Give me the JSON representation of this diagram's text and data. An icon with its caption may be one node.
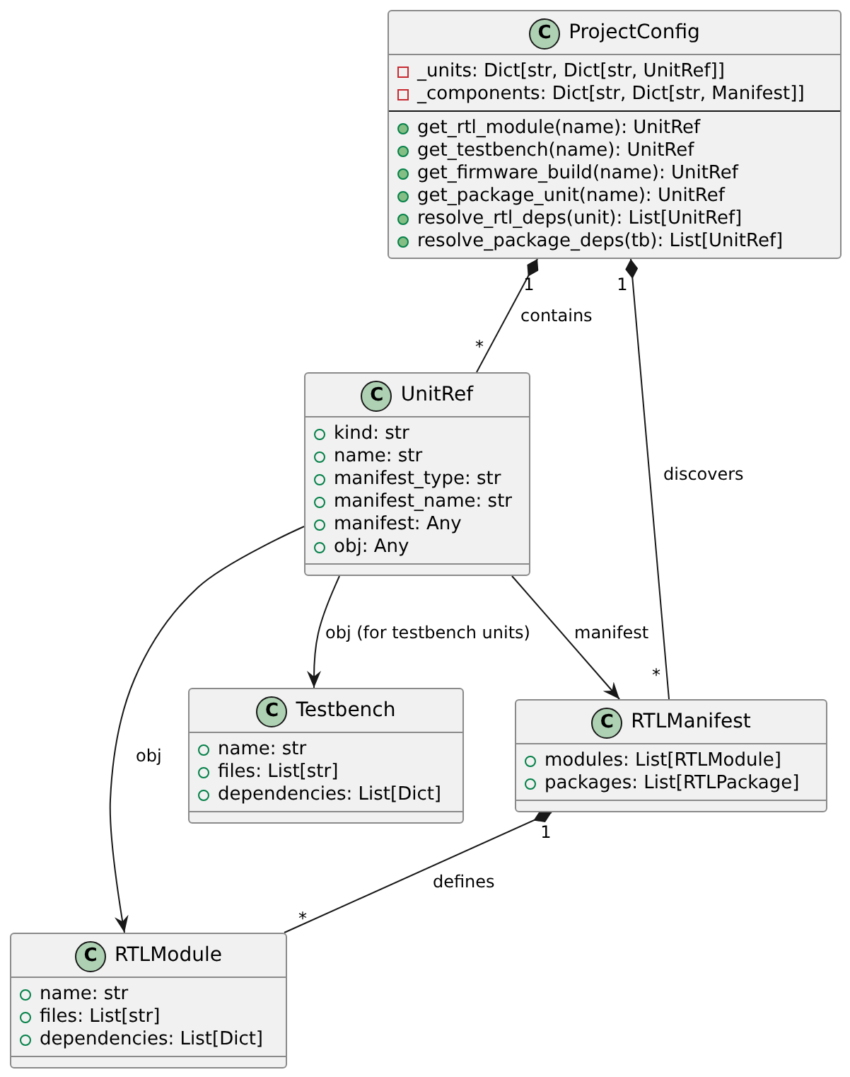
{
  "diagram": {
    "nodes": [
      {
        "text": [
          "C",
          "ProjectConfig",
          "_units: Dict[str, Dict[str, UnitRef]]",
          "_components: Dict[str, Dict[str, Manifest]]",
          "get_rtl_module(name): UnitRef",
          "get_testbench(name): UnitRef",
          "get_firmware_build(name): UnitRef",
          "get_package_unit(name): UnitRef",
          "resolve_rtl_deps(unit): List[UnitRef]",
          "resolve_package_deps(tb): List[UnitRef]"
        ]
      },
      {
        "text": [
          "C",
          "UnitRef",
          "kind: str",
          "name: str",
          "manifest_type: str",
          "manifest_name: str",
          "manifest: Any",
          "obj: Any"
        ]
      },
      {
        "text": [
          "C",
          "Testbench",
          "name: str",
          "files: List[str]",
          "dependencies: List[Dict]"
        ]
      },
      {
        "text": [
          "C",
          "RTLManifest",
          "modules: List[RTLModule]",
          "packages: List[RTLPackage]"
        ]
      },
      {
        "text": [
          "C",
          "RTLModule",
          "name: str",
          "files: List[str]",
          "dependencies: List[Dict]"
        ]
      }
    ],
    "edges": [
      {
        "from": 0,
        "to": 1,
        "arrow": "other",
        "label": "contains"
      },
      {
        "from": 0,
        "to": 3,
        "arrow": "other",
        "label": "discovers"
      },
      {
        "from": 1,
        "to": 4,
        "arrow": "to",
        "label": "obj"
      },
      {
        "from": 1,
        "to": 2,
        "arrow": "to",
        "label": "obj (for testbench units)"
      },
      {
        "from": 1,
        "to": 3,
        "arrow": "to",
        "label": "manifest"
      },
      {
        "from": 3,
        "to": 4,
        "arrow": "other",
        "label": "defines"
      }
    ],
    "labels": [
      "1",
      "1",
      "*",
      "*",
      "1",
      "*"
    ]
  }
}
